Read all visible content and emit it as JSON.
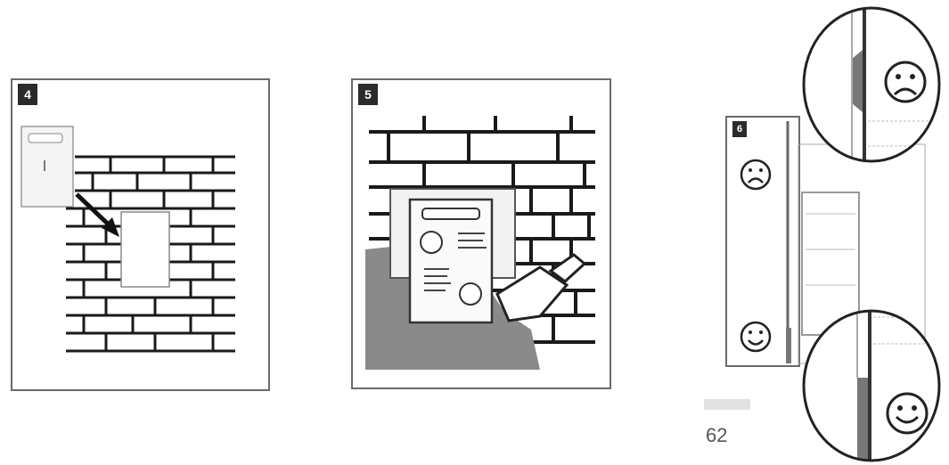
{
  "steps": [
    {
      "number": "4",
      "icon": "wall-cutout-arrow-illustration"
    },
    {
      "number": "5",
      "icon": "plaster-trowel-illustration"
    },
    {
      "number": "6",
      "icon": "flush-mount-check-illustration"
    }
  ],
  "page": {
    "number": "62"
  },
  "indicators": {
    "incorrect": "sad-face-icon",
    "correct": "happy-face-icon"
  }
}
